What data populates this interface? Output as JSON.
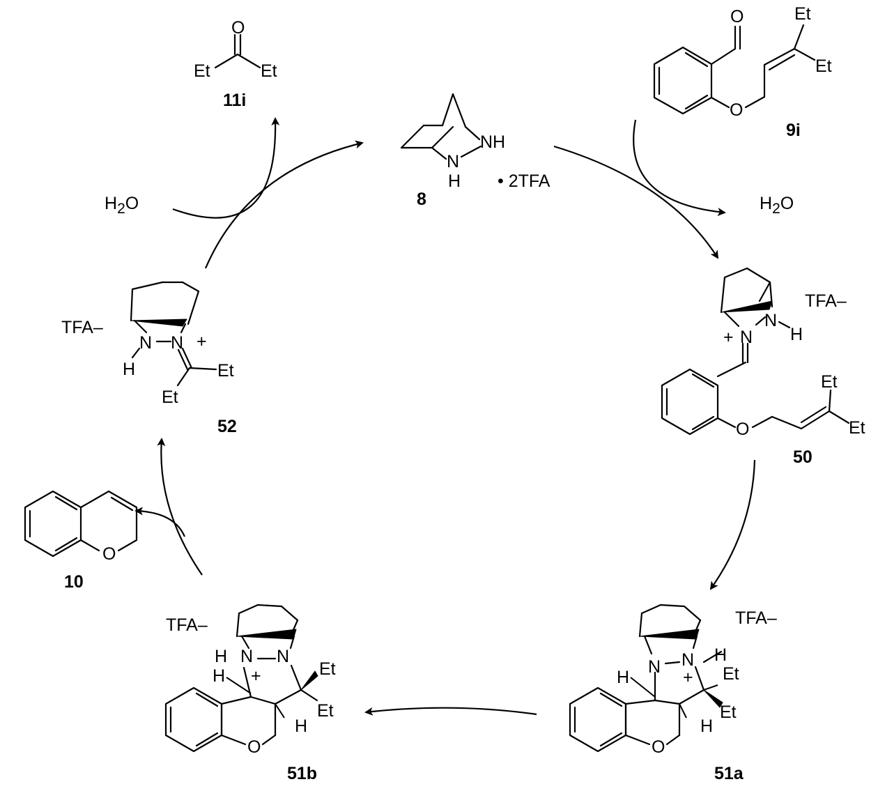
{
  "compounds": {
    "c8": {
      "number": "8",
      "salt": "• 2TFA",
      "nh_top": "NH",
      "nh_bottom": "N",
      "h_bottom": "H"
    },
    "c9i": {
      "number": "9i",
      "et1": "Et",
      "et2": "Et",
      "o_ether": "O",
      "o_carbonyl": "O"
    },
    "c11i": {
      "number": "11i",
      "o": "O",
      "et_left": "Et",
      "et_right": "Et"
    },
    "c50": {
      "number": "50",
      "counterion": "TFA–",
      "n_plus": "N",
      "nh": "N",
      "h": "H",
      "plus": "+",
      "o": "O",
      "et1": "Et",
      "et2": "Et"
    },
    "c51a": {
      "number": "51a",
      "counterion": "TFA–",
      "n1": "N",
      "n2": "N",
      "h_n": "H",
      "h_ring": "H",
      "h_low": "H",
      "plus": "+",
      "et1": "Et",
      "et2": "Et",
      "o": "O"
    },
    "c51b": {
      "number": "51b",
      "counterion": "TFA–",
      "n1": "N",
      "n2": "N",
      "h_n": "H",
      "h_ring": "H",
      "h_low": "H",
      "plus": "+",
      "et1": "Et",
      "et2": "Et",
      "o": "O"
    },
    "c52": {
      "number": "52",
      "counterion": "TFA–",
      "n1": "N",
      "n2": "N",
      "h": "H",
      "plus": "+",
      "et1": "Et",
      "et2": "Et"
    },
    "c10": {
      "number": "10",
      "o": "O"
    }
  },
  "water_left": {
    "h": "H",
    "sub": "2",
    "o": "O"
  },
  "water_right": {
    "h": "H",
    "sub": "2",
    "o": "O"
  }
}
